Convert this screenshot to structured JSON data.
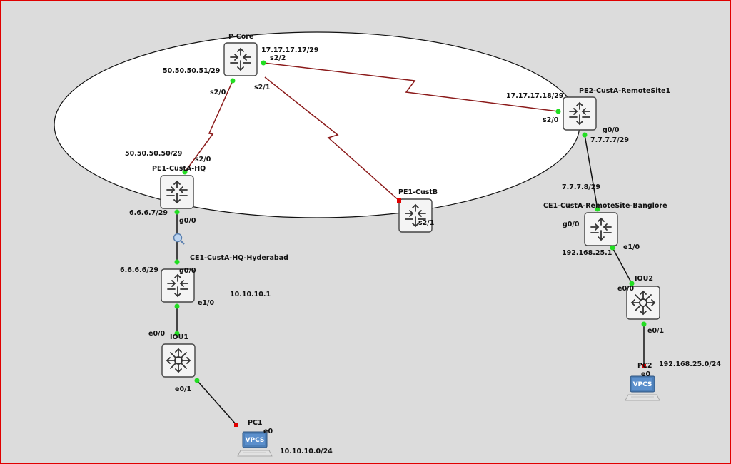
{
  "colors": {
    "background": "#dcdcdc",
    "frame": "#e00000",
    "serial_link": "#8b1a1a",
    "ethernet_link": "#111111",
    "port_up": "#22dd22",
    "port_down": "#e00000",
    "cloud_fill": "#ffffff"
  },
  "nodes": {
    "pcore": {
      "name": "P-Core",
      "icon": "router-icon"
    },
    "pe2": {
      "name": "PE2-CustA-RemoteSite1",
      "icon": "router-icon"
    },
    "pe1hq": {
      "name": "PE1-CustA-HQ",
      "icon": "router-icon"
    },
    "pe1custb": {
      "name": "PE1-CustB",
      "icon": "router-icon"
    },
    "ce1hq": {
      "name": "CE1-CustA-HQ-Hyderabad",
      "icon": "router-icon"
    },
    "ce1remote": {
      "name": "CE1-CustA-RemoteSite-Banglore",
      "icon": "router-icon"
    },
    "iou1": {
      "name": "IOU1",
      "icon": "switch-icon"
    },
    "iou2": {
      "name": "IOU2",
      "icon": "switch-icon"
    },
    "pc1": {
      "name": "PC1",
      "icon": "vpcs-icon",
      "screen_text": "VPCS"
    },
    "pc2": {
      "name": "PC2",
      "icon": "vpcs-icon",
      "screen_text": "VPCS"
    }
  },
  "labels": {
    "pcore_ip_s22": "17.17.17.17/29",
    "pcore_s22": "s2/2",
    "pcore_ip_s20": "50.50.50.51/29",
    "pcore_s20": "s2/0",
    "pcore_s21": "s2/1",
    "pe2_ip_s20": "17.17.17.18/29",
    "pe2_s20": "s2/0",
    "pe2_g00": "g0/0",
    "pe2_ip_g00": "7.7.7.7/29",
    "pe1hq_ip_s20": "50.50.50.50/29",
    "pe1hq_s20": "s2/0",
    "pe1hq_ip_g00": "6.6.6.7/29",
    "pe1hq_g00": "g0/0",
    "pe1custb_s21": "s2/1",
    "ce1hq_ip_g00": "6.6.6.6/29",
    "ce1hq_g00": "g0/0",
    "ce1hq_e10": "e1/0",
    "ce1hq_lan_ip": "10.10.10.1",
    "iou1_e00": "e0/0",
    "iou1_e01": "e0/1",
    "pc1_e0": "e0",
    "pc1_net": "10.10.10.0/24",
    "ce1remote_ip_g00": "7.7.7.8/29",
    "ce1remote_g00": "g0/0",
    "ce1remote_lan_ip": "192.168.25.1",
    "ce1remote_e10": "e1/0",
    "iou2_e00": "e0/0",
    "iou2_e01": "e0/1",
    "pc2_e0": "e0",
    "pc2_net": "192.168.25.0/24"
  }
}
